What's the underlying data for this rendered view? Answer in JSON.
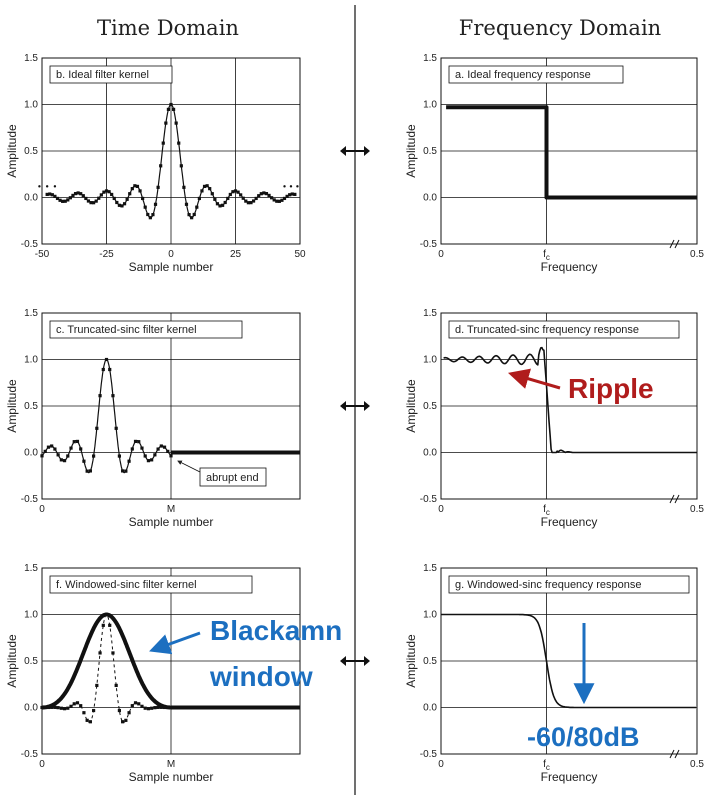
{
  "headers": {
    "time_domain": "Time Domain",
    "frequency_domain": "Frequency Domain"
  },
  "panels": {
    "b": {
      "title": "b. Ideal filter kernel",
      "xlabel": "Sample number",
      "ylabel": "Amplitude",
      "xticks": [
        "-50",
        "-25",
        "0",
        "25",
        "50"
      ],
      "yticks": [
        "1.5",
        "1.0",
        "0.5",
        "0.0",
        "-0.5"
      ]
    },
    "a": {
      "title": "a. Ideal frequency response",
      "xlabel": "Frequency",
      "ylabel": "Amplitude",
      "xticks": [
        "0",
        "fc",
        "0.5"
      ],
      "yticks": [
        "1.5",
        "1.0",
        "0.5",
        "0.0",
        "-0.5"
      ]
    },
    "c": {
      "title": "c. Truncated-sinc filter kernel",
      "xlabel": "Sample number",
      "ylabel": "Amplitude",
      "xticks": [
        "0",
        "M"
      ],
      "yticks": [
        "1.5",
        "1.0",
        "0.5",
        "0.0",
        "-0.5"
      ],
      "callout": "abrupt end"
    },
    "d": {
      "title": "d. Truncated-sinc frequency response",
      "xlabel": "Frequency",
      "ylabel": "Amplitude",
      "xticks": [
        "0",
        "fc",
        "0.5"
      ],
      "yticks": [
        "1.5",
        "1.0",
        "0.5",
        "0.0",
        "-0.5"
      ]
    },
    "f": {
      "title": "f. Windowed-sinc filter kernel",
      "xlabel": "Sample number",
      "ylabel": "Amplitude",
      "xticks": [
        "0",
        "M"
      ],
      "yticks": [
        "1.5",
        "1.0",
        "0.5",
        "0.0",
        "-0.5"
      ]
    },
    "g": {
      "title": "g. Windowed-sinc frequency response",
      "xlabel": "Frequency",
      "ylabel": "Amplitude",
      "xticks": [
        "0",
        "fc",
        "0.5"
      ],
      "yticks": [
        "1.5",
        "1.0",
        "0.5",
        "0.0",
        "-0.5"
      ]
    }
  },
  "annotations": {
    "ripple": "Ripple",
    "blackman_line1": "Blackamn",
    "blackman_line2": "window",
    "attenuation": "-60/80dB"
  },
  "colors": {
    "ripple": "#b01c1c",
    "blue_annotation": "#1c6fc0"
  }
}
